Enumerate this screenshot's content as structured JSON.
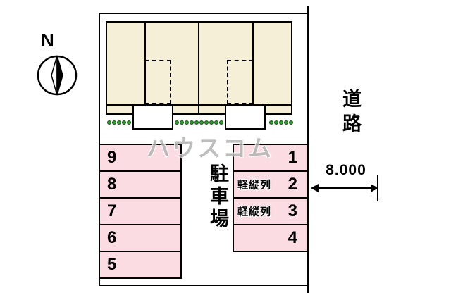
{
  "compass": {
    "label": "N"
  },
  "watermark": {
    "text": "ハウスコム"
  },
  "road": {
    "label": "道路",
    "width_dimension": "8.000"
  },
  "parking_area": {
    "label": "駐車場"
  },
  "parking": {
    "left_column": [
      "9",
      "8",
      "7",
      "6",
      "5"
    ],
    "right_column": [
      {
        "number": "1",
        "tag": ""
      },
      {
        "number": "2",
        "tag": "軽縦列"
      },
      {
        "number": "3",
        "tag": "軽縦列"
      },
      {
        "number": "4",
        "tag": ""
      }
    ]
  },
  "planting": {
    "groups": [
      5,
      10,
      5
    ]
  },
  "colors": {
    "parking_fill": "#fbdce2",
    "building_fill": "#f6efd7",
    "plant_green": "#2f9e2f",
    "watermark_gray": "#b3b3b3"
  }
}
